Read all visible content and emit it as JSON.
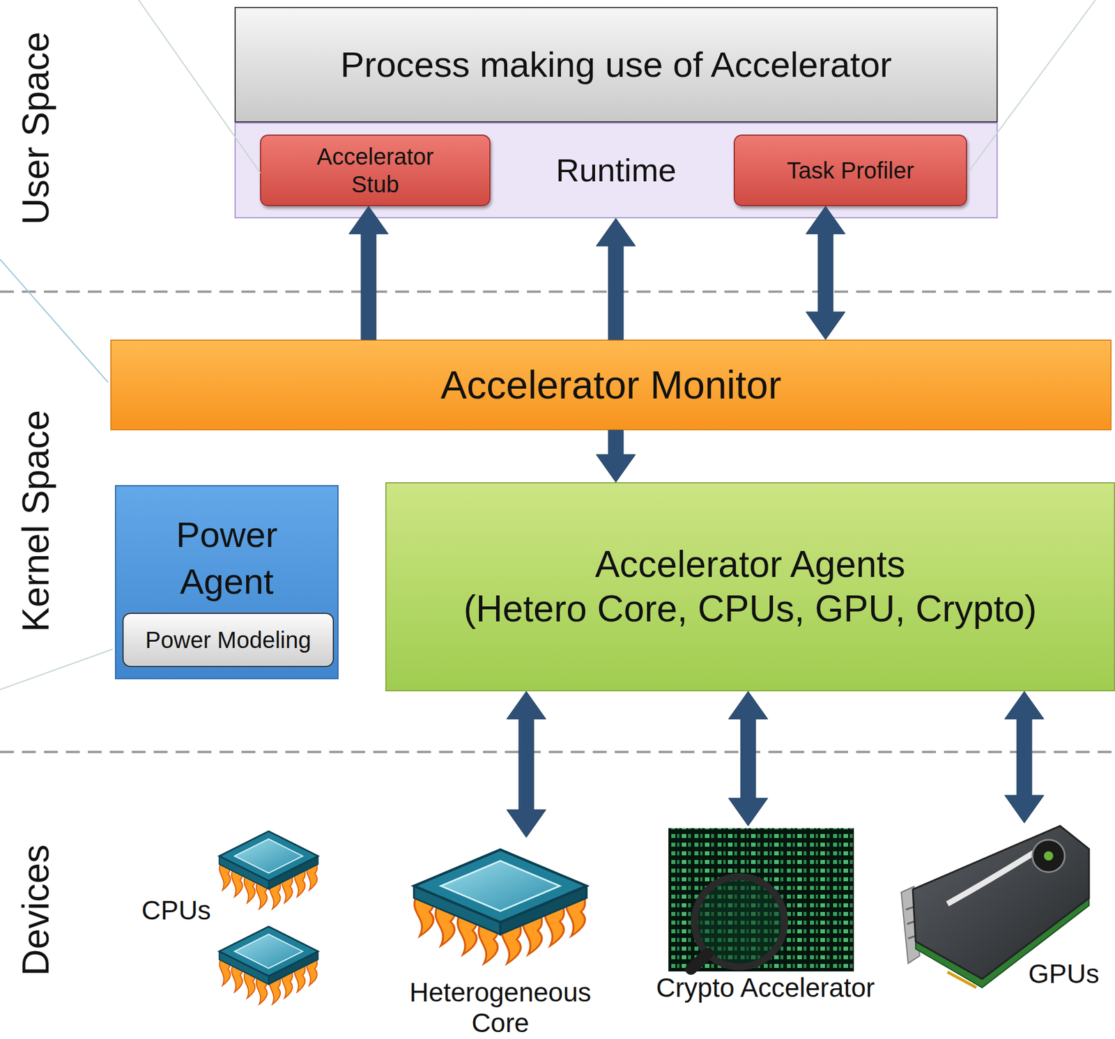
{
  "diagram": {
    "nodes": [
      {
        "text": [
          "Process making use of Accelerator"
        ]
      },
      {
        "text": [
          "Runtime"
        ]
      },
      {
        "text": [
          "Accelerator Stub"
        ],
        "in": 1
      },
      {
        "text": [
          "Task Profiler"
        ],
        "in": 1
      },
      {
        "text": [
          "Accelerator Monitor"
        ]
      },
      {
        "text": [
          "Power Agent"
        ]
      },
      {
        "text": [
          "Power Modeling"
        ],
        "in": 5
      },
      {
        "text": [
          "Accelerator Agents",
          "(Hetero Core, CPUs, GPU, Crypto)"
        ]
      },
      {
        "text": [
          "CPUs"
        ]
      },
      {
        "text": [
          "Heterogeneous Core"
        ]
      },
      {
        "text": [
          "Crypto Accelerator"
        ]
      },
      {
        "text": [
          "GPUs"
        ]
      }
    ],
    "edges": [
      {
        "from": 4,
        "to": 2,
        "arrow": "to"
      },
      {
        "from": 4,
        "to": 1,
        "arrow": "to"
      },
      {
        "from": 3,
        "to": 4,
        "arrow": "both"
      },
      {
        "from": 4,
        "to": 7,
        "arrow": "to"
      },
      {
        "from": 7,
        "to": 9,
        "arrow": "both"
      },
      {
        "from": 7,
        "to": 10,
        "arrow": "both"
      },
      {
        "from": 7,
        "to": 11,
        "arrow": "both"
      }
    ],
    "labels": [
      "User Space",
      "Kernel Space",
      "Devices"
    ]
  }
}
